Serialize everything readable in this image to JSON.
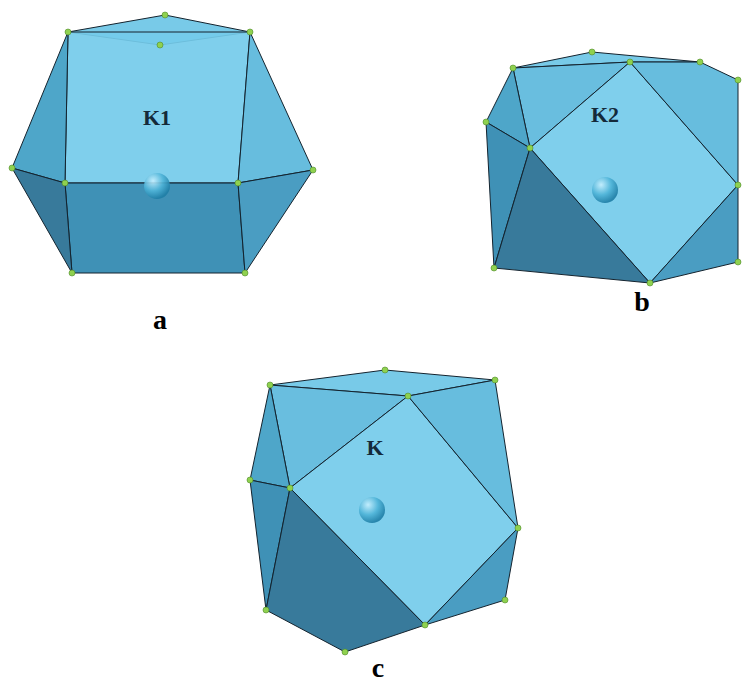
{
  "diagram": {
    "nodes": [
      {
        "text": [
          "K1"
        ]
      },
      {
        "text": [
          "K2"
        ]
      },
      {
        "text": [
          "K"
        ]
      }
    ],
    "labels": [
      "a",
      "b",
      "c"
    ]
  }
}
